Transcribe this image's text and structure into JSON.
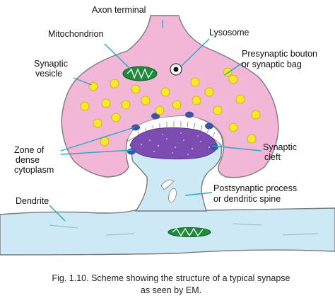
{
  "labels": {
    "axon_terminal": "Axon terminal",
    "mitochondrion": "Mitochondrion",
    "lysosome": "Lysosome",
    "synaptic_vesicle_line1": "Synaptic",
    "synaptic_vesicle_line2": "vesicle",
    "presynaptic_line1": "Presynaptic bouton",
    "presynaptic_line2": "or synaptic bag",
    "zone_line1": "Zone  of",
    "zone_line2": "dense",
    "zone_line3": "cytoplasm",
    "synaptic_cleft_line1": "Synaptic",
    "synaptic_cleft_line2": "cleft",
    "dendrite": "Dendrite",
    "postsynaptic_line1": "Postsynaptic process",
    "postsynaptic_line2": "or dendritic spine"
  },
  "caption": {
    "line1": "Fig. 1.10. Scheme showing the structure of a typical synapse",
    "line2": "as seen by EM."
  },
  "colors": {
    "presynaptic_fill": "#f2b7d6",
    "vesicle_fill": "#f7e82a",
    "dendrite_fill": "#cde9f5",
    "dense_zone_fill": "#7d4cb0",
    "docked_vesicle_fill": "#3b54a8",
    "mitochondrion_fill": "#1f8a3a",
    "leader_line": "#2aa6c8"
  }
}
